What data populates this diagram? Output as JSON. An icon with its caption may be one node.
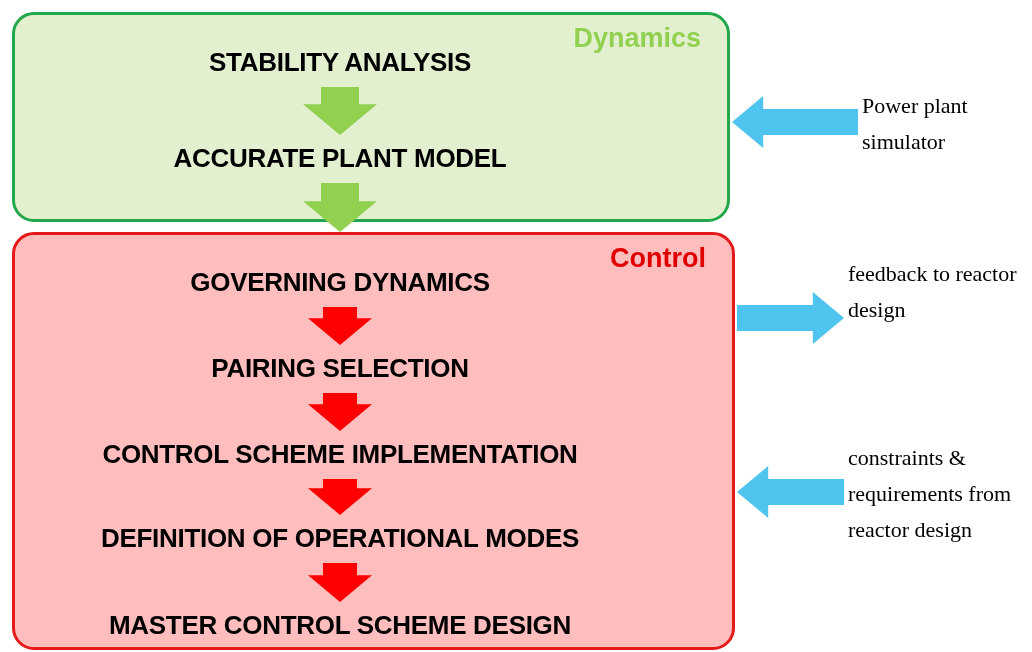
{
  "diagram": {
    "nodes": [
      {
        "text": [
          "Dynamics"
        ]
      },
      {
        "text": [
          "STABILITY ANALYSIS"
        ],
        "in": 0
      },
      {
        "text": [
          "ACCURATE PLANT MODEL"
        ],
        "in": 0
      },
      {
        "text": [
          "Control"
        ]
      },
      {
        "text": [
          "GOVERNING DYNAMICS"
        ],
        "in": 3
      },
      {
        "text": [
          "PAIRING SELECTION"
        ],
        "in": 3
      },
      {
        "text": [
          "CONTROL SCHEME IMPLEMENTATION"
        ],
        "in": 3
      },
      {
        "text": [
          "DEFINITION OF OPERATIONAL MODES"
        ],
        "in": 3
      },
      {
        "text": [
          "MASTER CONTROL SCHEME DESIGN"
        ],
        "in": 3
      },
      {
        "text": [
          "Power plant simulator"
        ]
      },
      {
        "text": [
          "feedback to reactor design"
        ]
      },
      {
        "text": [
          "constraints & requirements from reactor design"
        ]
      }
    ],
    "edges": [
      {
        "from": 1,
        "to": 2,
        "arrow": "to",
        "color": "#92d050"
      },
      {
        "from": 2,
        "to": 3,
        "arrow": "to",
        "color": "#92d050"
      },
      {
        "from": 4,
        "to": 5,
        "arrow": "to"
      },
      {
        "from": 5,
        "to": 6,
        "arrow": "to"
      },
      {
        "from": 6,
        "to": 7,
        "arrow": "to"
      },
      {
        "from": 7,
        "to": 8,
        "arrow": "to"
      },
      {
        "from": 9,
        "to": 0,
        "arrow": "to",
        "color": "#4ec4ee"
      },
      {
        "from": 3,
        "to": 10,
        "arrow": "to",
        "color": "#4ec4ee"
      },
      {
        "from": 11,
        "to": 3,
        "arrow": "to",
        "color": "#4ec4ee"
      }
    ]
  }
}
